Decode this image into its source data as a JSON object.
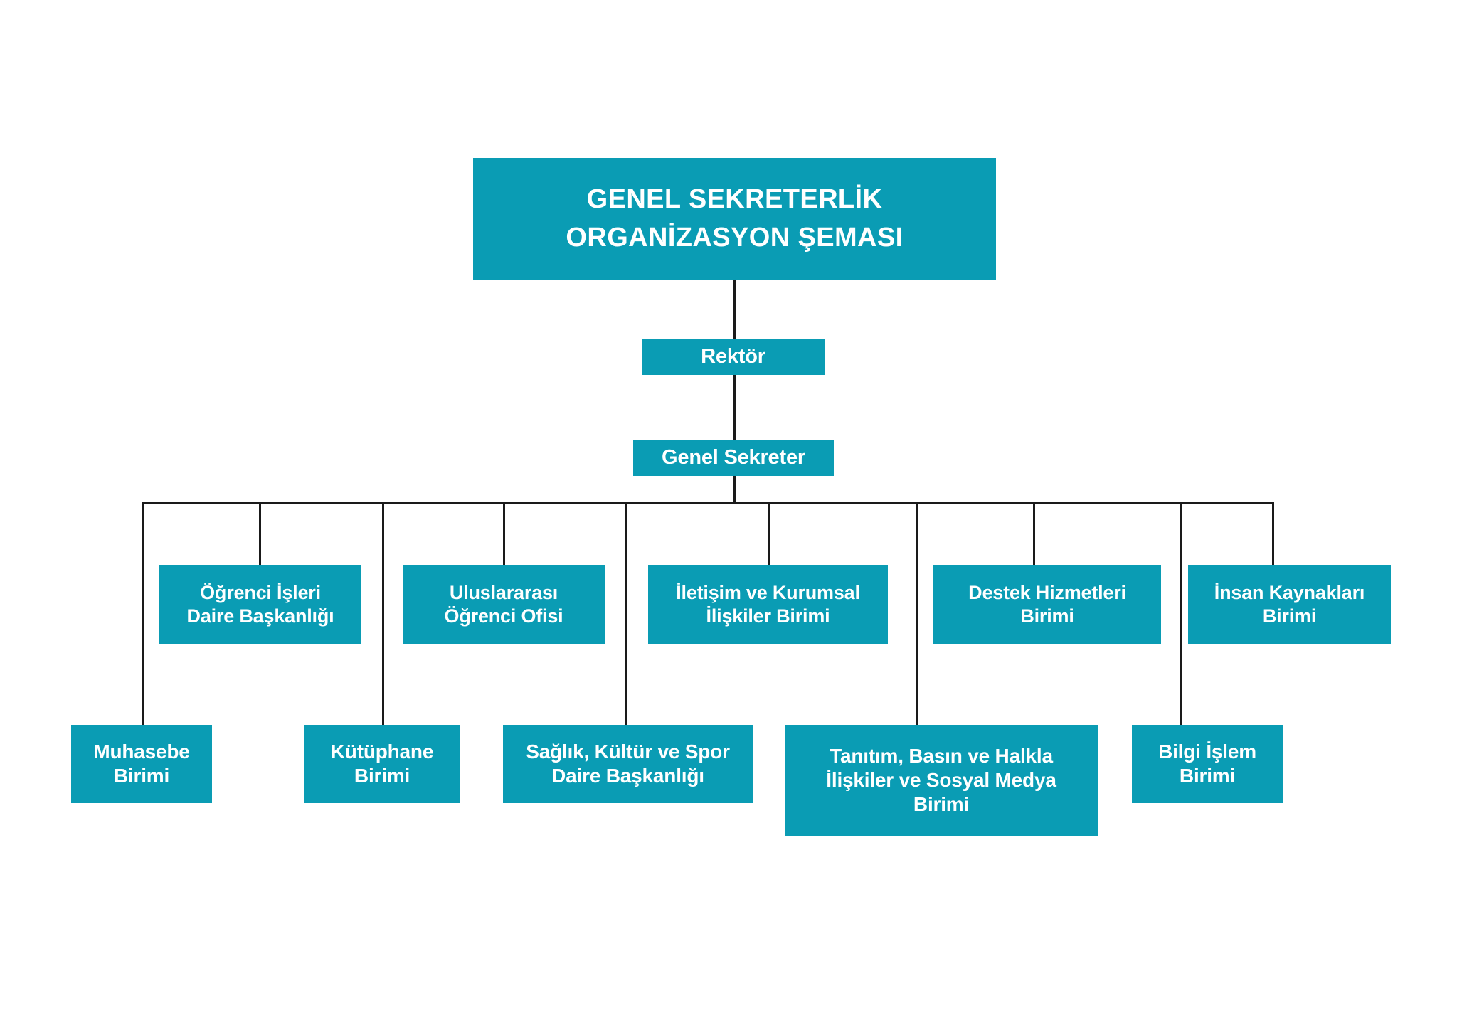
{
  "chart_data": {
    "type": "diagram",
    "title": "GENEL SEKRETERLİK ORGANİZASYON ŞEMASI",
    "orientation": "top-down",
    "accent_color": "#0a9cb4",
    "line_color": "#1a1a1a",
    "text_color": "#ffffff",
    "background": "#ffffff",
    "levels": [
      {
        "level": 0,
        "nodes": [
          "GENEL SEKRETERLİK ORGANİZASYON ŞEMASI"
        ]
      },
      {
        "level": 1,
        "nodes": [
          "Rektör"
        ]
      },
      {
        "level": 2,
        "nodes": [
          "Genel Sekreter"
        ]
      },
      {
        "level": 3,
        "nodes": [
          "Öğrenci İşleri Daire Başkanlığı",
          "Uluslararası Öğrenci Ofisi",
          "İletişim ve Kurumsal İlişkiler Birimi",
          "Destek Hizmetleri Birimi",
          "İnsan Kaynakları Birimi"
        ]
      },
      {
        "level": 4,
        "nodes": [
          "Muhasebe Birimi",
          "Kütüphane Birimi",
          "Sağlık, Kültür ve Spor Daire Başkanlığı",
          "Tanıtım, Basın ve Halkla İlişkiler ve Sosyal Medya Birimi",
          "Bilgi İşlem Birimi"
        ]
      }
    ],
    "edges": [
      [
        "GENEL SEKRETERLİK ORGANİZASYON ŞEMASI",
        "Rektör"
      ],
      [
        "Rektör",
        "Genel Sekreter"
      ],
      [
        "Genel Sekreter",
        "Muhasebe Birimi"
      ],
      [
        "Genel Sekreter",
        "Öğrenci İşleri Daire Başkanlığı"
      ],
      [
        "Genel Sekreter",
        "Kütüphane Birimi"
      ],
      [
        "Genel Sekreter",
        "Uluslararası Öğrenci Ofisi"
      ],
      [
        "Genel Sekreter",
        "Sağlık, Kültür ve Spor Daire Başkanlığı"
      ],
      [
        "Genel Sekreter",
        "İletişim ve Kurumsal İlişkiler Birimi"
      ],
      [
        "Genel Sekreter",
        "Tanıtım, Basın ve Halkla İlişkiler ve Sosyal Medya Birimi"
      ],
      [
        "Genel Sekreter",
        "Destek Hizmetleri Birimi"
      ],
      [
        "Genel Sekreter",
        "Bilgi İşlem Birimi"
      ],
      [
        "Genel Sekreter",
        "İnsan Kaynakları Birimi"
      ]
    ]
  },
  "title_box": {
    "line1": "GENEL SEKRETERLİK",
    "line2": "ORGANİZASYON ŞEMASI"
  },
  "rektor": {
    "label": "Rektör"
  },
  "genel_sekreter": {
    "label": "Genel Sekreter"
  },
  "row1": {
    "ogrenci_isleri": {
      "line1": "Öğrenci İşleri",
      "line2": "Daire Başkanlığı"
    },
    "uluslararasi": {
      "line1": "Uluslararası",
      "line2": "Öğrenci Ofisi"
    },
    "iletisim": {
      "line1": "İletişim ve Kurumsal",
      "line2": "İlişkiler Birimi"
    },
    "destek": {
      "line1": "Destek Hizmetleri",
      "line2": "Birimi"
    },
    "insan_kaynaklari": {
      "line1": "İnsan Kaynakları",
      "line2": "Birimi"
    }
  },
  "row2": {
    "muhasebe": {
      "line1": "Muhasebe",
      "line2": "Birimi"
    },
    "kutuphane": {
      "line1": "Kütüphane",
      "line2": "Birimi"
    },
    "saglik": {
      "line1": "Sağlık, Kültür ve Spor",
      "line2": "Daire Başkanlığı"
    },
    "tanitim": {
      "line1": "Tanıtım, Basın ve Halkla",
      "line2": "İlişkiler ve Sosyal Medya",
      "line3": "Birimi"
    },
    "bilgi_islem": {
      "line1": "Bilgi İşlem",
      "line2": "Birimi"
    }
  }
}
